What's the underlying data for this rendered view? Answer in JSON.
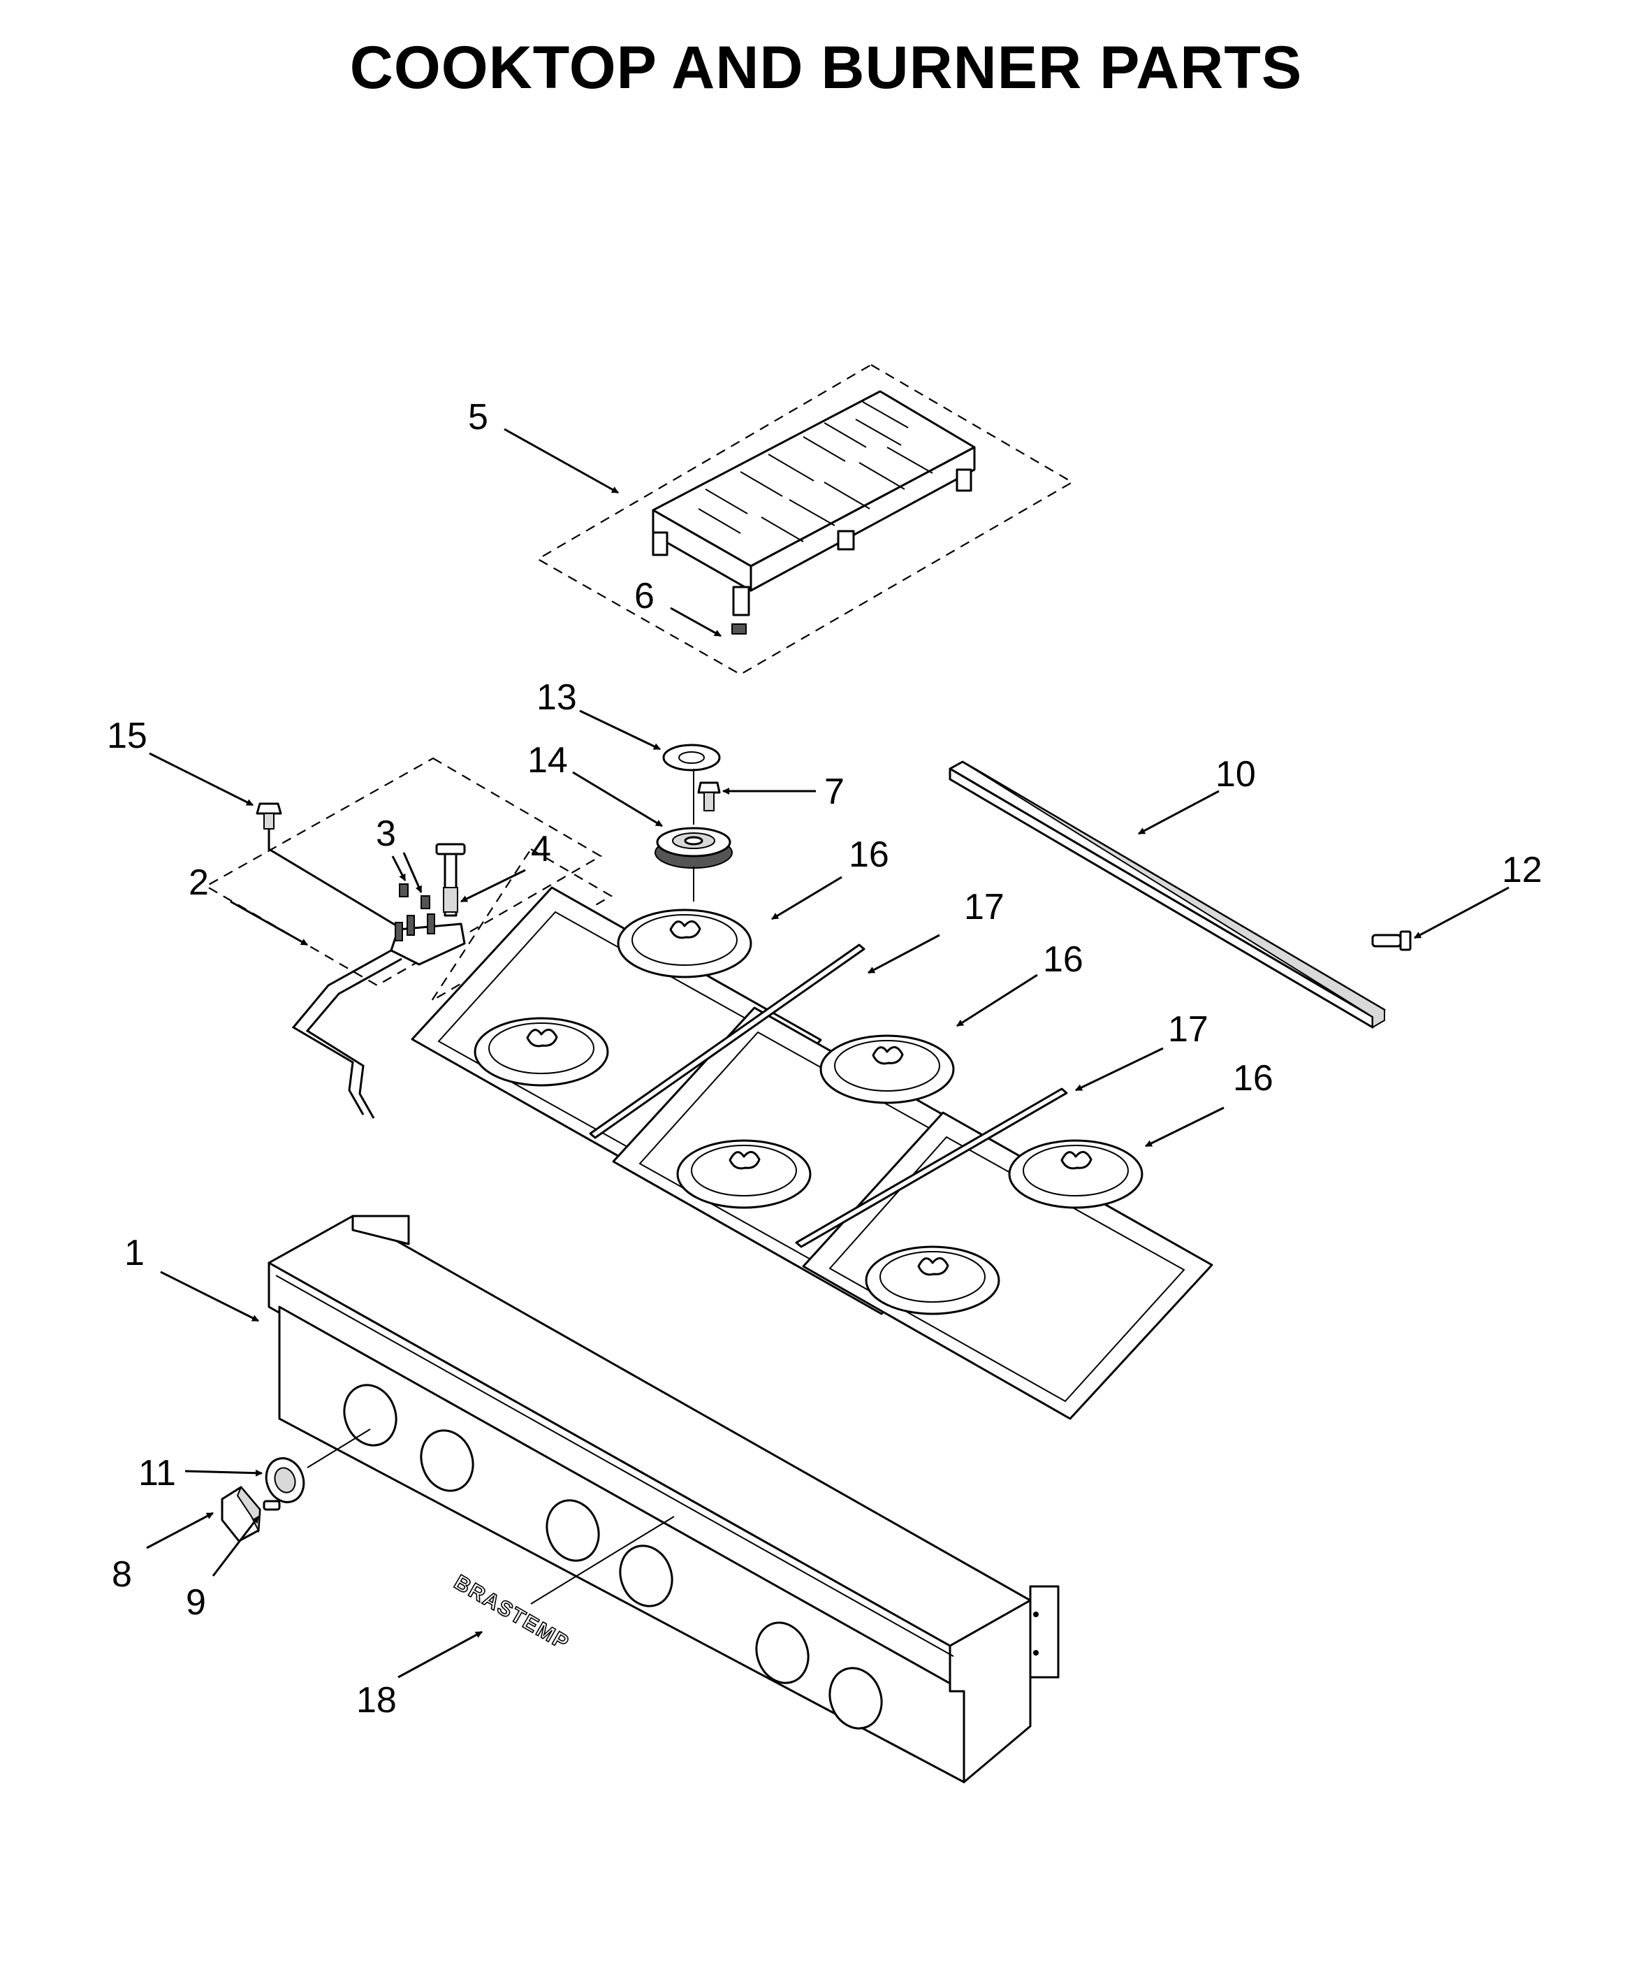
{
  "title": "COOKTOP AND BURNER PARTS",
  "logo_text": "BRASTEMP",
  "callouts": {
    "c1": "1",
    "c2": "2",
    "c3": "3",
    "c4": "4",
    "c5": "5",
    "c6": "6",
    "c7": "7",
    "c8": "8",
    "c9": "9",
    "c10": "10",
    "c11": "11",
    "c12": "12",
    "c13": "13",
    "c14": "14",
    "c15": "15",
    "c16a": "16",
    "c16b": "16",
    "c16c": "16",
    "c17a": "17",
    "c17b": "17",
    "c18": "18"
  }
}
